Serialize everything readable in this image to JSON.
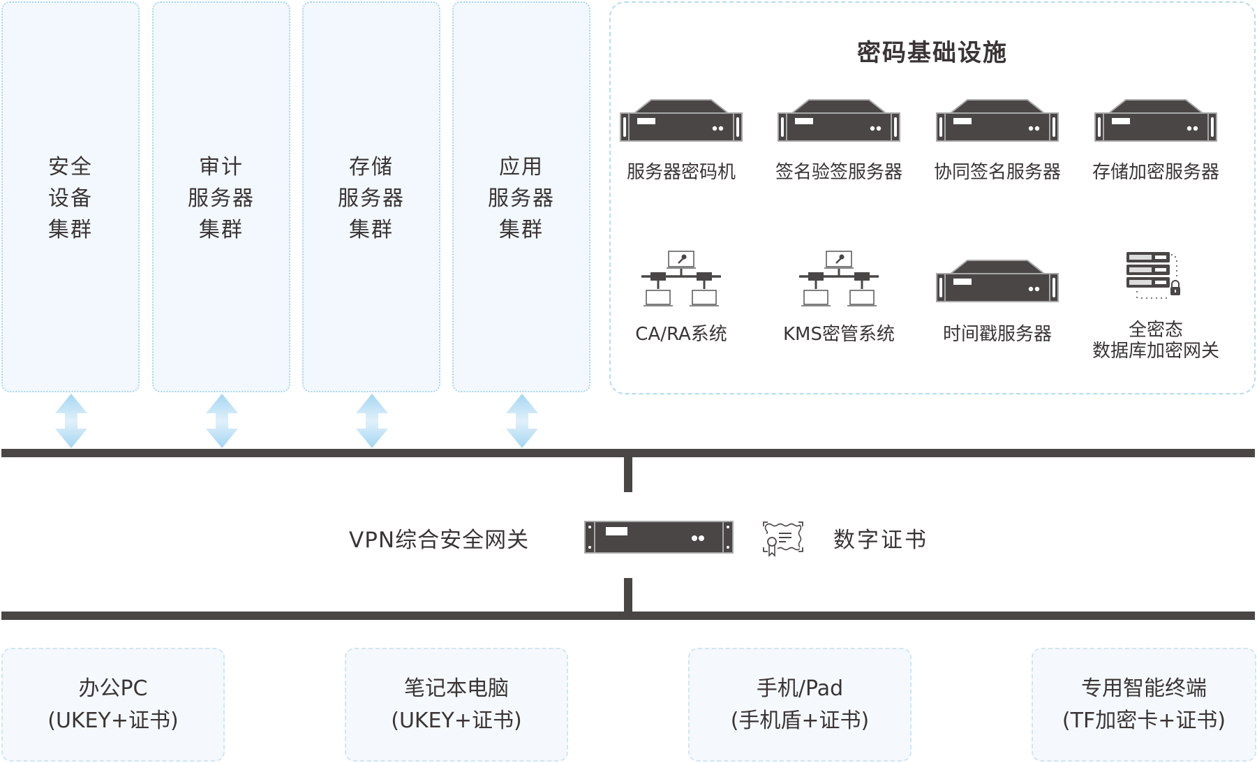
{
  "clusters": [
    {
      "label": "安全\n设备\n集群"
    },
    {
      "label": "审计\n服务器\n集群"
    },
    {
      "label": "存储\n服务器\n集群"
    },
    {
      "label": "应用\n服务器\n集群"
    }
  ],
  "infrastructure": {
    "title": "密码基础设施",
    "items": [
      {
        "label": "服务器密码机",
        "icon": "rack-server-icon"
      },
      {
        "label": "签名验签服务器",
        "icon": "rack-server-icon"
      },
      {
        "label": "协同签名服务器",
        "icon": "rack-server-icon"
      },
      {
        "label": "存储加密服务器",
        "icon": "rack-server-icon"
      },
      {
        "label": "CA/RA系统",
        "icon": "network-key-icon"
      },
      {
        "label": "KMS密管系统",
        "icon": "network-key-icon"
      },
      {
        "label": "时间戳服务器",
        "icon": "rack-server-icon"
      },
      {
        "label": "全密态\n数据库加密网关",
        "icon": "database-lock-icon"
      }
    ]
  },
  "gateway": {
    "label": "VPN综合安全网关",
    "certificate_label": "数字证书"
  },
  "endpoints": [
    {
      "label": "办公PC\n(UKEY+证书)"
    },
    {
      "label": "笔记本电脑\n(UKEY+证书)"
    },
    {
      "label": "手机/Pad\n(手机盾+证书)"
    },
    {
      "label": "专用智能终端\n(TF加密卡+证书)"
    }
  ],
  "colors": {
    "line": "#4a4646",
    "border_blue": "#a9d6f0",
    "box_fill": "#f2f8fd",
    "arrow_blue": "#a6d8f2",
    "text": "#3a3434"
  }
}
